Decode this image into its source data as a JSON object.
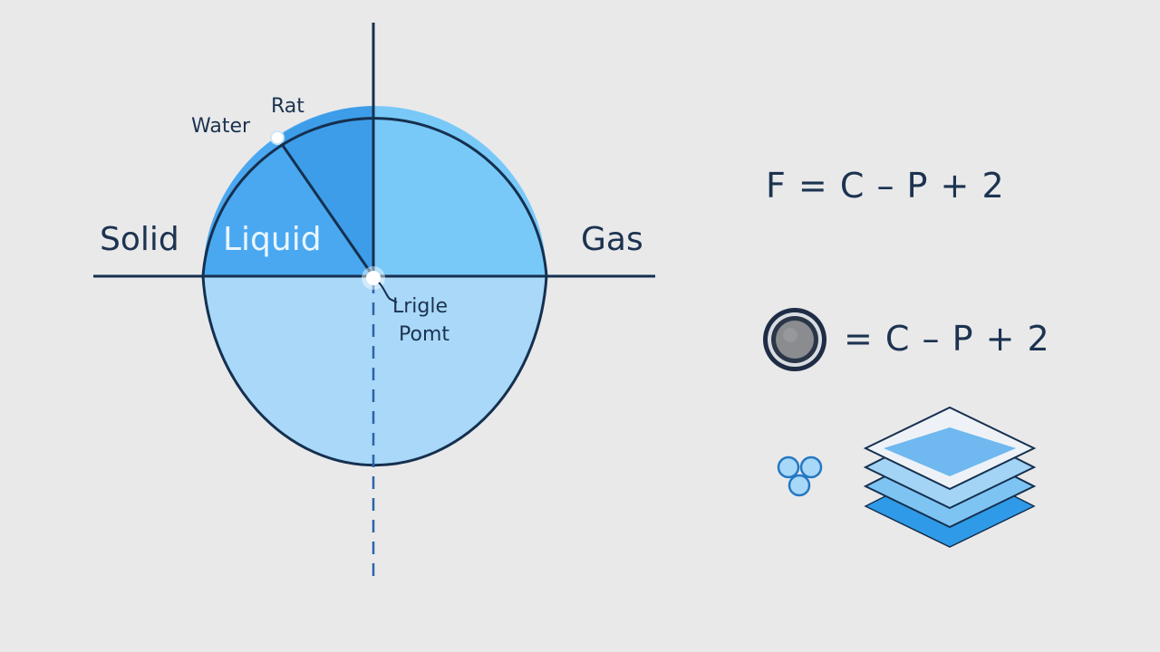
{
  "labels": {
    "water": "Water",
    "rat": "Rat",
    "solid": "Solid",
    "liquid": "Liquid",
    "gas": "Gas",
    "triple_line1": "Lrigle",
    "triple_line2": "Pomt"
  },
  "equations": {
    "primary": "F = C – P + 2",
    "secondary": "= C – P + 2"
  },
  "icons": {
    "knob": "knob-icon",
    "molecules": "molecule-cluster-icon",
    "layers": "stacked-layers-icon"
  },
  "colors": {
    "background": "#e9e9ea",
    "ink": "#1c3350",
    "solid_region": "#4aa8f0",
    "gas_region": "#78c9f8",
    "lower_region": "#a9d8f8",
    "accent": "#2f9be8"
  }
}
